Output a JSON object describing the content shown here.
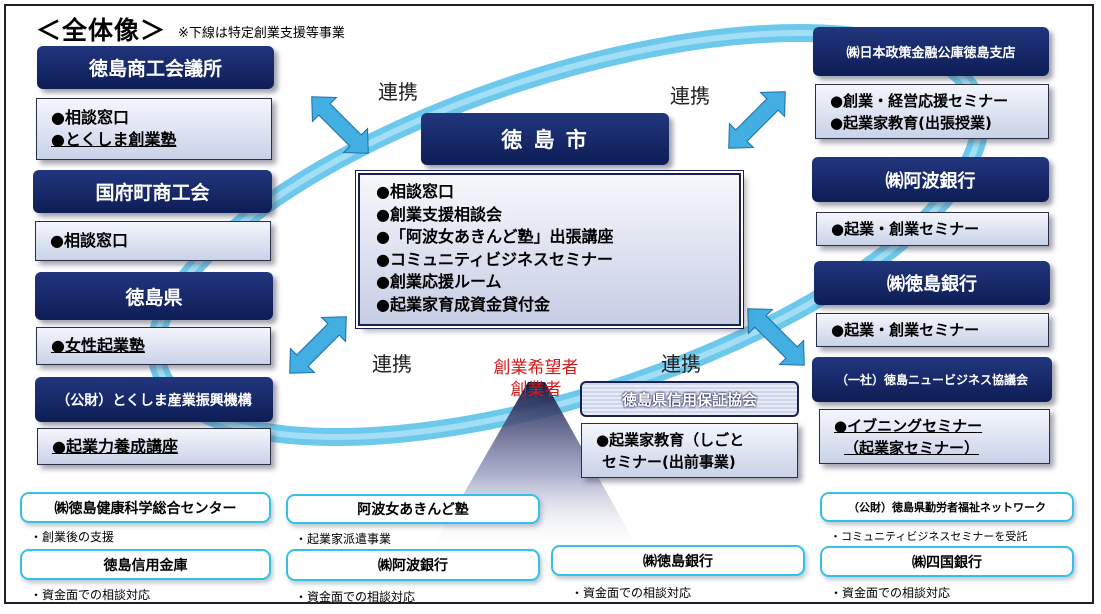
{
  "header": {
    "title": "＜全体像＞",
    "note": "※下線は特定創業支援等事業"
  },
  "center": {
    "title": "徳 島 市",
    "items": [
      "●相談窓口",
      "●創業支援相談会",
      "●「阿波女あきんど塾」出張講座",
      "●コミュニティビジネスセミナー",
      "●創業応援ルーム",
      "●起業家育成資金貸付金"
    ]
  },
  "renkei": [
    "連携",
    "連携",
    "連携",
    "連携"
  ],
  "target": {
    "line1": "創業希望者",
    "line2": "創業者"
  },
  "left": {
    "shokokaigisho": {
      "title": "徳島商工会議所",
      "items": [
        "●相談窓口",
        "●とくしま創業塾"
      ]
    },
    "kokufu": {
      "title": "国府町商工会",
      "items": [
        "●相談窓口"
      ]
    },
    "ken": {
      "title": "徳島県",
      "items": [
        "●女性起業塾"
      ]
    },
    "sangyo": {
      "title": "（公財）とくしま産業振興機構",
      "items": [
        "●起業力養成講座"
      ]
    }
  },
  "right": {
    "jfc": {
      "title": "㈱日本政策金融公庫徳島支店",
      "items": [
        "●創業・経営応援セミナー",
        "●起業家教育(出張授業)"
      ]
    },
    "awa": {
      "title": "㈱阿波銀行",
      "items": [
        "●起業・創業セミナー"
      ]
    },
    "tokushima_bank": {
      "title": "㈱徳島銀行",
      "items": [
        "●起業・創業セミナー"
      ]
    },
    "newbiz": {
      "title": "（一社）徳島ニュービジネス協議会",
      "items": [
        "●イブニングセミナー",
        "（起業家セミナー）"
      ]
    }
  },
  "guarantee": {
    "title": "徳島県信用保証協会",
    "items": [
      "●起業家教育（しごと",
      "セミナー(出前事業)"
    ]
  },
  "bottom": [
    {
      "name": "㈱徳島健康科学総合センター",
      "sub": "・創業後の支援"
    },
    {
      "name": "徳島信用金庫",
      "sub": "・資金面での相談対応"
    },
    {
      "name": "阿波女あきんど塾",
      "sub": "・起業家派遣事業"
    },
    {
      "name": "㈱阿波銀行",
      "sub": "・資金面での相談対応"
    },
    {
      "name": "㈱徳島銀行",
      "sub": "・資金面での相談対応"
    },
    {
      "name": "（公財）徳島県勤労者福祉ネットワーク",
      "sub": "・コミュニティビジネスセミナーを受託"
    },
    {
      "name": "㈱四国銀行",
      "sub": "・資金面での相談対応"
    }
  ],
  "colors": {
    "navy": "#14245f",
    "ring": "#5cc3ea",
    "arrow": "#43aee2",
    "pill_border": "#35c0e8",
    "accent_red": "#d11a1a"
  }
}
